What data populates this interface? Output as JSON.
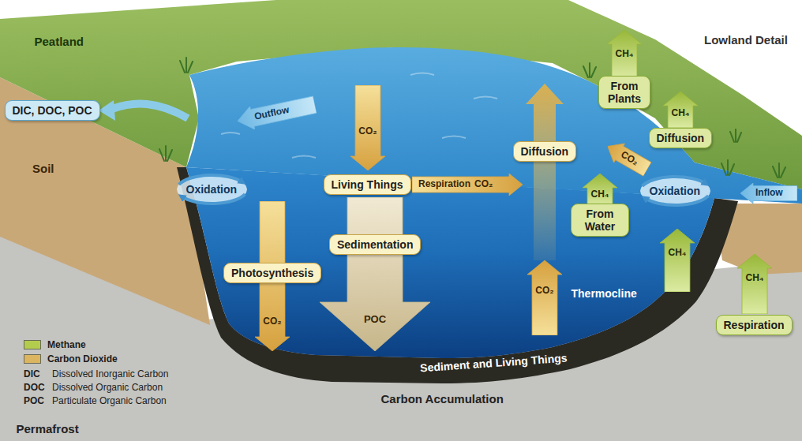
{
  "diagram": {
    "nodes": [
      {
        "text": [
          "DIC, DOC, POC"
        ]
      },
      {
        "text": [
          "Outflow"
        ]
      },
      {
        "text": [
          "Oxidation"
        ]
      },
      {
        "text": [
          "CO₂"
        ]
      },
      {
        "text": [
          "Living Things"
        ]
      },
      {
        "text": [
          "Respiration",
          "CO₂"
        ]
      },
      {
        "text": [
          "CO₂"
        ]
      },
      {
        "text": [
          "Photosynthesis"
        ]
      },
      {
        "text": [
          "POC"
        ]
      },
      {
        "text": [
          "Sedimentation"
        ]
      },
      {
        "text": [
          "Diffusion"
        ]
      },
      {
        "text": [
          "CO₂"
        ]
      },
      {
        "text": [
          "CH₄"
        ]
      },
      {
        "text": [
          "From Plants"
        ]
      },
      {
        "text": [
          "CH₄"
        ]
      },
      {
        "text": [
          "Diffusion"
        ]
      },
      {
        "text": [
          "CO₂"
        ]
      },
      {
        "text": [
          "CH₄"
        ]
      },
      {
        "text": [
          "From Water"
        ]
      },
      {
        "text": [
          "Oxidation"
        ]
      },
      {
        "text": [
          "Inflow"
        ]
      },
      {
        "text": [
          "CH₄"
        ]
      },
      {
        "text": [
          "CH₄"
        ]
      },
      {
        "text": [
          "Respiration"
        ]
      }
    ],
    "labels": [
      "Peatland",
      "Lowland Detail",
      "Soil",
      "Thermocline",
      "Sediment and Living Things",
      "Carbon Accumulation",
      "Permafrost",
      "DIC",
      "Dissolved Inorganic Carbon",
      "DOC",
      "Dissolved Organic Carbon",
      "POC",
      "Particulate Organic Carbon"
    ],
    "legend": [
      {
        "text": "Methane",
        "color": "#b4cc4e"
      },
      {
        "text": "Carbon Dioxide",
        "color": "#dcb560"
      }
    ]
  }
}
